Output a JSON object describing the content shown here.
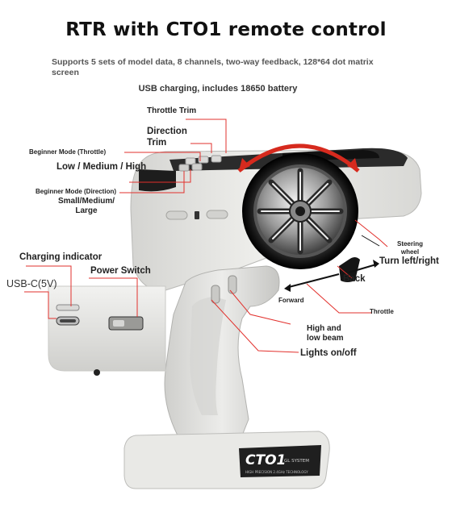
{
  "header": {
    "title": "RTR with CTO1 remote control",
    "subtitle": "Supports 5 sets of model data, 8 channels, two-way feedback, 128*64 dot matrix screen",
    "usb_line": "USB charging, includes 18650 battery"
  },
  "labels": {
    "throttle_trim": "Throttle Trim",
    "direction_trim": "Direction Trim",
    "beginner_throttle": "Beginner Mode (Throttle)",
    "low_med_high": "Low / Medium / High",
    "beginner_direction": "Beginner Mode (Direction)",
    "small_med_large": "Small/Medium/ Large",
    "charging_indicator": "Charging indicator",
    "power_switch": "Power Switch",
    "usb_c": "USB-C(5V)",
    "steering_wheel": "Steering wheel",
    "turn": "Turn left/right",
    "back": "Back",
    "forward": "Forward",
    "throttle": "Throttle",
    "beam": "High and low beam",
    "lights": "Lights on/off"
  },
  "product": {
    "brand_badge": "CTO1",
    "system_text": "GL SYSTEM",
    "tagline": "HIGH PRECISION 2.4GHz TECHNOLOGY"
  },
  "colors": {
    "accent_line": "#e2302c",
    "arrow": "#d62a1e",
    "body": "#e6e6e4",
    "body_shadow": "#c9c9c6",
    "dark": "#1a1a1a"
  }
}
